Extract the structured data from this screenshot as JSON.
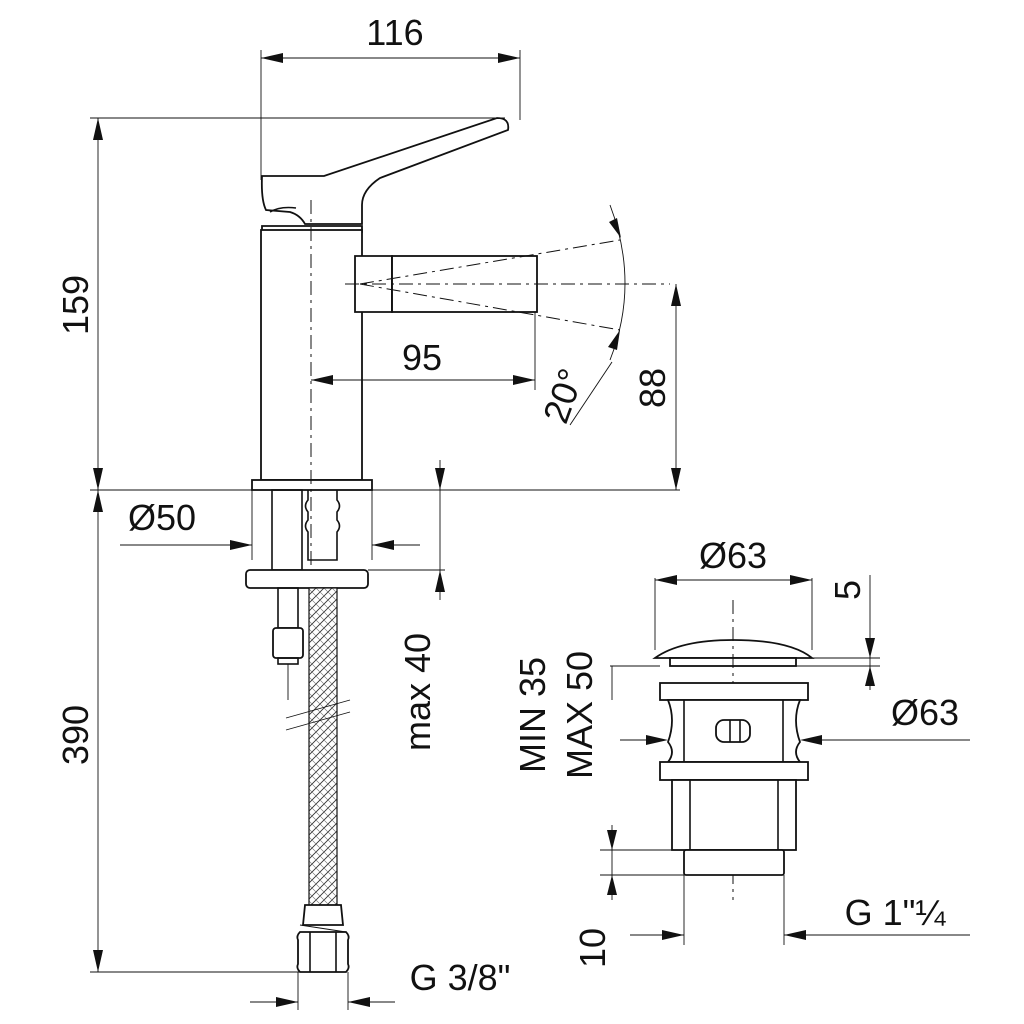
{
  "dimensions": {
    "width_top": "116",
    "height_total": "159",
    "spout_reach": "95",
    "angle": "20°",
    "spout_height": "88",
    "base_diameter": "Ø50",
    "height_hoses": "390",
    "max_thickness": "max 40",
    "hose_thread": "G 3/8\"",
    "waste_top_diameter": "Ø63",
    "waste_cap_height": "5",
    "waste_range_min": "MIN 35",
    "waste_range_max": "MAX 50",
    "waste_side_diameter": "Ø63",
    "waste_thread": "G 1\"¼",
    "waste_bottom": "10"
  },
  "colors": {
    "line": "#111111",
    "background": "#ffffff"
  }
}
